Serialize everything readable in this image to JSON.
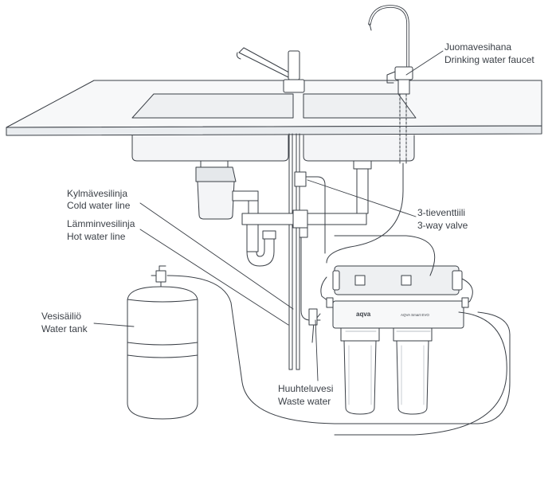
{
  "labels": {
    "faucet_fi": "Juomavesihana",
    "faucet_en": "Drinking water faucet",
    "cold_fi": "Kylmävesilinja",
    "cold_en": "Cold water line",
    "hot_fi": "Lämminvesilinja",
    "hot_en": "Hot water line",
    "valve_fi": "3-tieventtiili",
    "valve_en": "3-way valve",
    "tank_fi": "Vesisäiliö",
    "tank_en": "Water tank",
    "waste_fi": "Huuhteluvesi",
    "waste_en": "Waste water"
  },
  "unit": {
    "brand": "aqva",
    "brand_sub": "",
    "model": "AQVA Smart EVO"
  },
  "colors": {
    "line": "#3a3f46",
    "light": "#eef0f2",
    "mid": "#d9dde1"
  }
}
